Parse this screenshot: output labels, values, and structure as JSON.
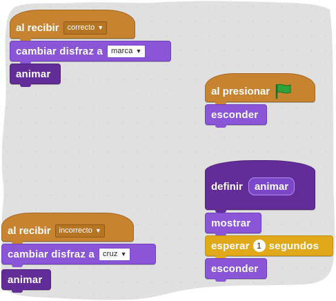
{
  "colors": {
    "event": "#c88330",
    "looks": "#8a55d7",
    "more_blocks": "#632d99",
    "control": "#e1a91a",
    "green_flag": "#2fa33a",
    "workspace": "#e0e0e0"
  },
  "script1": {
    "hat": {
      "text": "al recibir",
      "dropdown": "correcto"
    },
    "switch_costume": {
      "text": "cambiar disfraz a",
      "dropdown": "marca"
    },
    "call": {
      "text": "animar"
    }
  },
  "script2": {
    "hat": {
      "text": "al presionar",
      "icon": "green-flag-icon"
    },
    "hide": {
      "text": "esconder"
    }
  },
  "script3": {
    "hat": {
      "text": "definir",
      "name": "animar"
    },
    "show": {
      "text": "mostrar"
    },
    "wait": {
      "text": "esperar",
      "value": "1",
      "suffix": "segundos"
    },
    "hide": {
      "text": "esconder"
    }
  },
  "script4": {
    "hat": {
      "text": "al recibir",
      "dropdown": "incorrecto"
    },
    "switch_costume": {
      "text": "cambiar disfraz a",
      "dropdown": "cruz"
    },
    "call": {
      "text": "animar"
    }
  }
}
